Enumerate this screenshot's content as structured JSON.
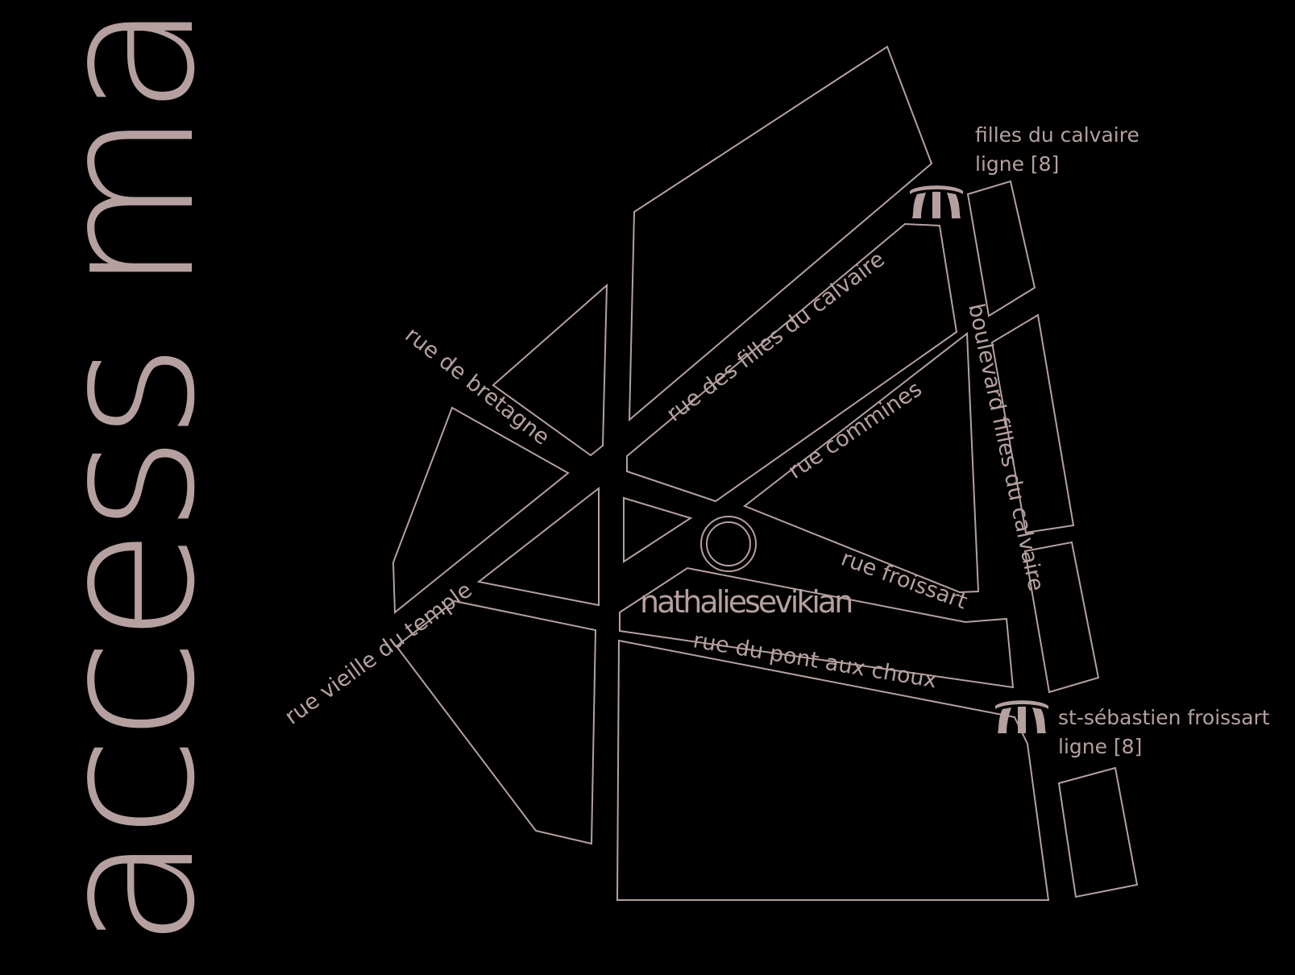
{
  "title": "access map",
  "colors": {
    "background": "#000000",
    "ink": "#b5a09f"
  },
  "streets": {
    "bretagne": "rue de bretagne",
    "filles_calvaire": "rue des filles du calvaire",
    "commines": "rue commines",
    "boulevard": "boulevard filles du calvaire",
    "froissart": "rue froissart",
    "pont_aux_choux": "rue du pont aux choux",
    "vieille_temple": "rue vieille du temple"
  },
  "stations": [
    {
      "name": "filles du calvaire",
      "line": "ligne [8]",
      "icon": "metro-icon"
    },
    {
      "name": "st-sébastien froissart",
      "line": "ligne [8]",
      "icon": "metro-icon"
    }
  ],
  "location": {
    "name": "nathaliesevikian",
    "icon": "location-circle-icon"
  }
}
